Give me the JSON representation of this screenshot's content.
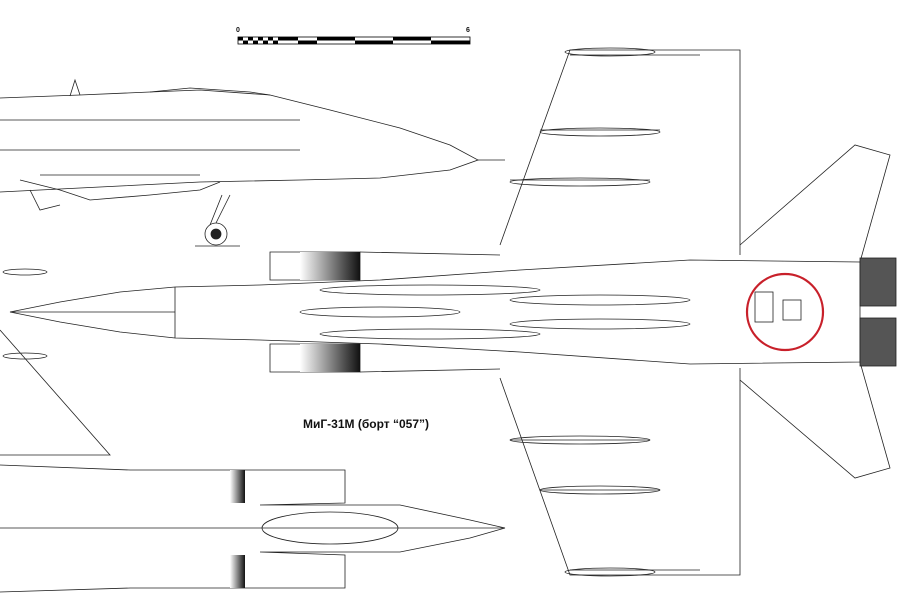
{
  "caption": "МиГ-31М (борт “057”)",
  "scale_bar": {
    "start_label": "0",
    "end_label": "6"
  },
  "highlight_color": "#c8202a"
}
